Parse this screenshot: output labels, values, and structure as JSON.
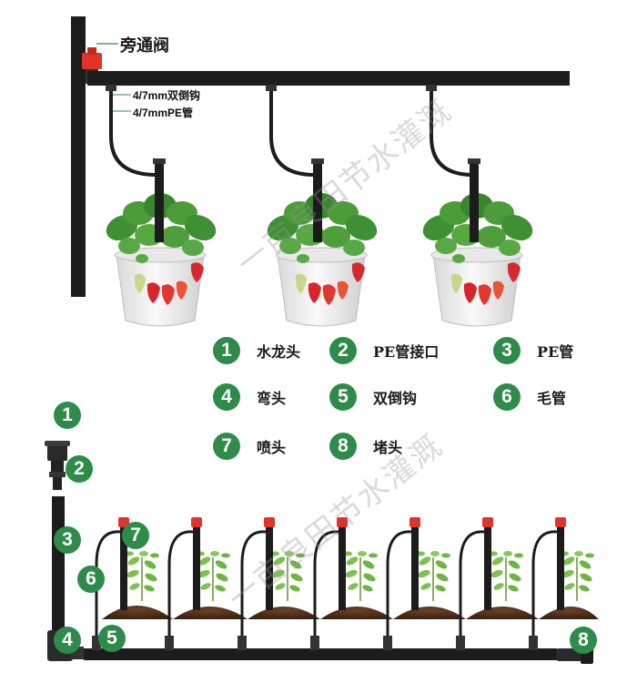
{
  "labels": {
    "bypass_valve": "旁通阀",
    "double_barb": "4/7mm双倒钩",
    "pe_tube": "4/7mmPE管"
  },
  "legend": [
    {
      "num": "1",
      "text": "水龙头"
    },
    {
      "num": "2",
      "text": "PE管接口"
    },
    {
      "num": "3",
      "text": "PE管"
    },
    {
      "num": "4",
      "text": "弯头"
    },
    {
      "num": "5",
      "text": "双倒钩"
    },
    {
      "num": "6",
      "text": "毛管"
    },
    {
      "num": "7",
      "text": "喷头"
    },
    {
      "num": "8",
      "text": "堵头"
    }
  ],
  "callouts": {
    "c1": "1",
    "c2": "2",
    "c3": "3",
    "c4": "4",
    "c5": "5",
    "c6": "6",
    "c7": "7",
    "c8": "8"
  },
  "watermark": "一亩良田节水灌溉",
  "colors": {
    "badge": "#2f8b4a",
    "pipe": "#1c1c1c",
    "nozzle_cap": "#e0332a",
    "leaf": "#3f8f34",
    "soil": "#4a2d1a"
  }
}
